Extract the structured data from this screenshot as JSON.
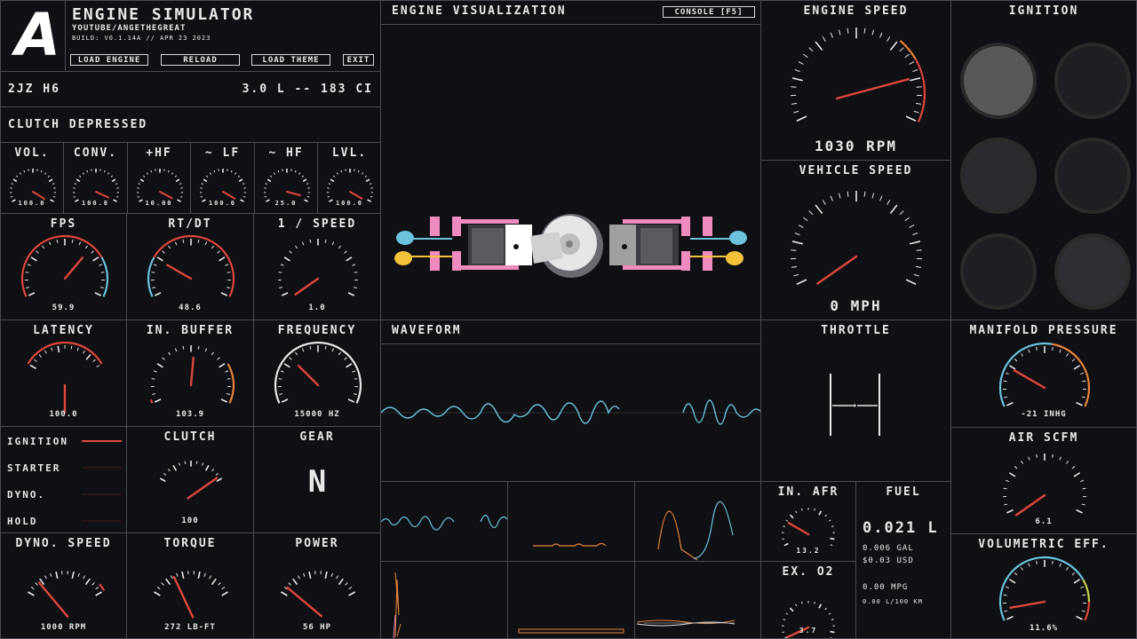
{
  "header": {
    "logo": "A",
    "title": "ENGINE SIMULATOR",
    "subtitle": "YOUTUBE/ANGETHEGREAT",
    "build": "BUILD: V0.1.14A // APR 23 2023",
    "buttons": [
      "LOAD ENGINE",
      "RELOAD",
      "LOAD THEME",
      "EXIT"
    ]
  },
  "engine_info": {
    "name": "2JZ H6",
    "displacement": "3.0 L -- 183 CI"
  },
  "status": {
    "clutch": "CLUTCH DEPRESSED"
  },
  "audio_gauges": [
    {
      "label": "VOL.",
      "value": "100.0"
    },
    {
      "label": "CONV.",
      "value": "100.0"
    },
    {
      "label": "+HF",
      "value": "10.00"
    },
    {
      "label": "~ LF",
      "value": "100.0"
    },
    {
      "label": "~ HF",
      "value": "25.0"
    },
    {
      "label": "LVL.",
      "value": "100.0"
    }
  ],
  "perf_gauges": [
    {
      "label": "FPS",
      "value": "59.9"
    },
    {
      "label": "RT/DT",
      "value": "48.6"
    },
    {
      "label": "1 / SPEED",
      "value": "1.0"
    },
    {
      "label": "LATENCY",
      "value": "100.0"
    },
    {
      "label": "IN. BUFFER",
      "value": "103.9"
    },
    {
      "label": "FREQUENCY",
      "value": "15000 HZ"
    }
  ],
  "toggles": [
    {
      "label": "IGNITION",
      "on": true
    },
    {
      "label": "STARTER",
      "on": false
    },
    {
      "label": "DYNO.",
      "on": false
    },
    {
      "label": "HOLD",
      "on": false
    }
  ],
  "clutch": {
    "label": "CLUTCH",
    "value": "100"
  },
  "gear": {
    "label": "GEAR",
    "value": "N"
  },
  "bottom_gauges": [
    {
      "label": "DYNO. SPEED",
      "value": "1000 RPM"
    },
    {
      "label": "TORQUE",
      "value": "272 LB-FT"
    },
    {
      "label": "POWER",
      "value": "56 HP"
    }
  ],
  "viz": {
    "title": "ENGINE VISUALIZATION",
    "console_button": "CONSOLE [F5]"
  },
  "waveform": {
    "title": "WAVEFORM"
  },
  "engine_speed": {
    "title": "ENGINE SPEED",
    "value": "1030 RPM"
  },
  "vehicle_speed": {
    "title": "VEHICLE SPEED",
    "value": "0 MPH"
  },
  "throttle": {
    "title": "THROTTLE"
  },
  "in_afr": {
    "title": "IN. AFR",
    "value": "13.2"
  },
  "ex_o2": {
    "title": "EX. O2",
    "value": "3.7"
  },
  "fuel": {
    "title": "FUEL",
    "liters": "0.021 L",
    "gal": "0.006 GAL",
    "usd": "$0.03 USD",
    "mpg": "0.00 MPG",
    "l100": "0.00 L/100 KM"
  },
  "ignition": {
    "title": "IGNITION"
  },
  "manifold": {
    "title": "MANIFOLD PRESSURE",
    "value": "-21 INHG"
  },
  "air_scfm": {
    "title": "AIR SCFM",
    "value": "6.1"
  },
  "vol_eff": {
    "title": "VOLUMETRIC EFF.",
    "value": "11.6%"
  },
  "colors": {
    "accent_red": "#e0463e",
    "accent_blue": "#6bc3dc",
    "accent_orange": "#e8843a",
    "accent_pink": "#f08bbf",
    "accent_yellow": "#f2c23a"
  }
}
